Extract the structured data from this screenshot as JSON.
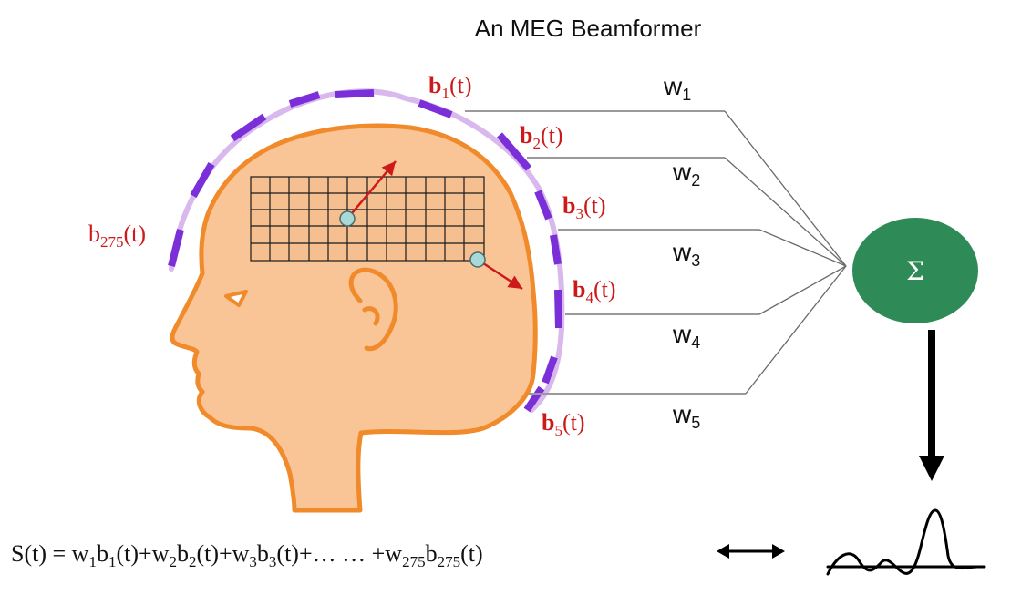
{
  "title": "An MEG Beamformer",
  "sum_symbol": "Σ",
  "sensors": [
    {
      "base": "b",
      "sub": "1",
      "suffix": "(t)",
      "bold": true
    },
    {
      "base": "b",
      "sub": "2",
      "suffix": "(t)",
      "bold": true
    },
    {
      "base": "b",
      "sub": "3",
      "suffix": "(t)",
      "bold": true
    },
    {
      "base": "b",
      "sub": "4",
      "suffix": "(t)",
      "bold": true
    },
    {
      "base": "b",
      "sub": "5",
      "suffix": "(t)",
      "bold": true
    },
    {
      "base": "b",
      "sub": "275",
      "suffix": "(t)",
      "bold": false
    }
  ],
  "weights": [
    {
      "base": "w",
      "sub": "1"
    },
    {
      "base": "w",
      "sub": "2"
    },
    {
      "base": "w",
      "sub": "3"
    },
    {
      "base": "w",
      "sub": "4"
    },
    {
      "base": "w",
      "sub": "5"
    }
  ],
  "equation": {
    "lhs": "S(t) = ",
    "terms": [
      {
        "w": "w",
        "ws": "1",
        "b": "b",
        "bs": "1",
        "t": "(t)+"
      },
      {
        "w": "w",
        "ws": "2",
        "b": "b",
        "bs": "2",
        "t": "(t)+"
      },
      {
        "w": "w",
        "ws": "3",
        "b": "b",
        "bs": "3",
        "t": "(t)+"
      }
    ],
    "ellipsis": "… … +",
    "last": {
      "w": "w",
      "ws": "275",
      "b": "b",
      "bs": "275",
      "t": "(t)"
    }
  },
  "colors": {
    "head_fill": "#f9c596",
    "head_stroke": "#f08a2a",
    "helmet_line": "#d9b8ee",
    "sensor": "#7b2fd8",
    "grid": "#1a1a1a",
    "arrow": "#cc1a1a",
    "dipole": "#a8d8d8",
    "lines": "#9a9a9a",
    "sum_fill": "#2e8b57",
    "sum_text": "#ffffff",
    "label_red": "#cc1a1a"
  }
}
